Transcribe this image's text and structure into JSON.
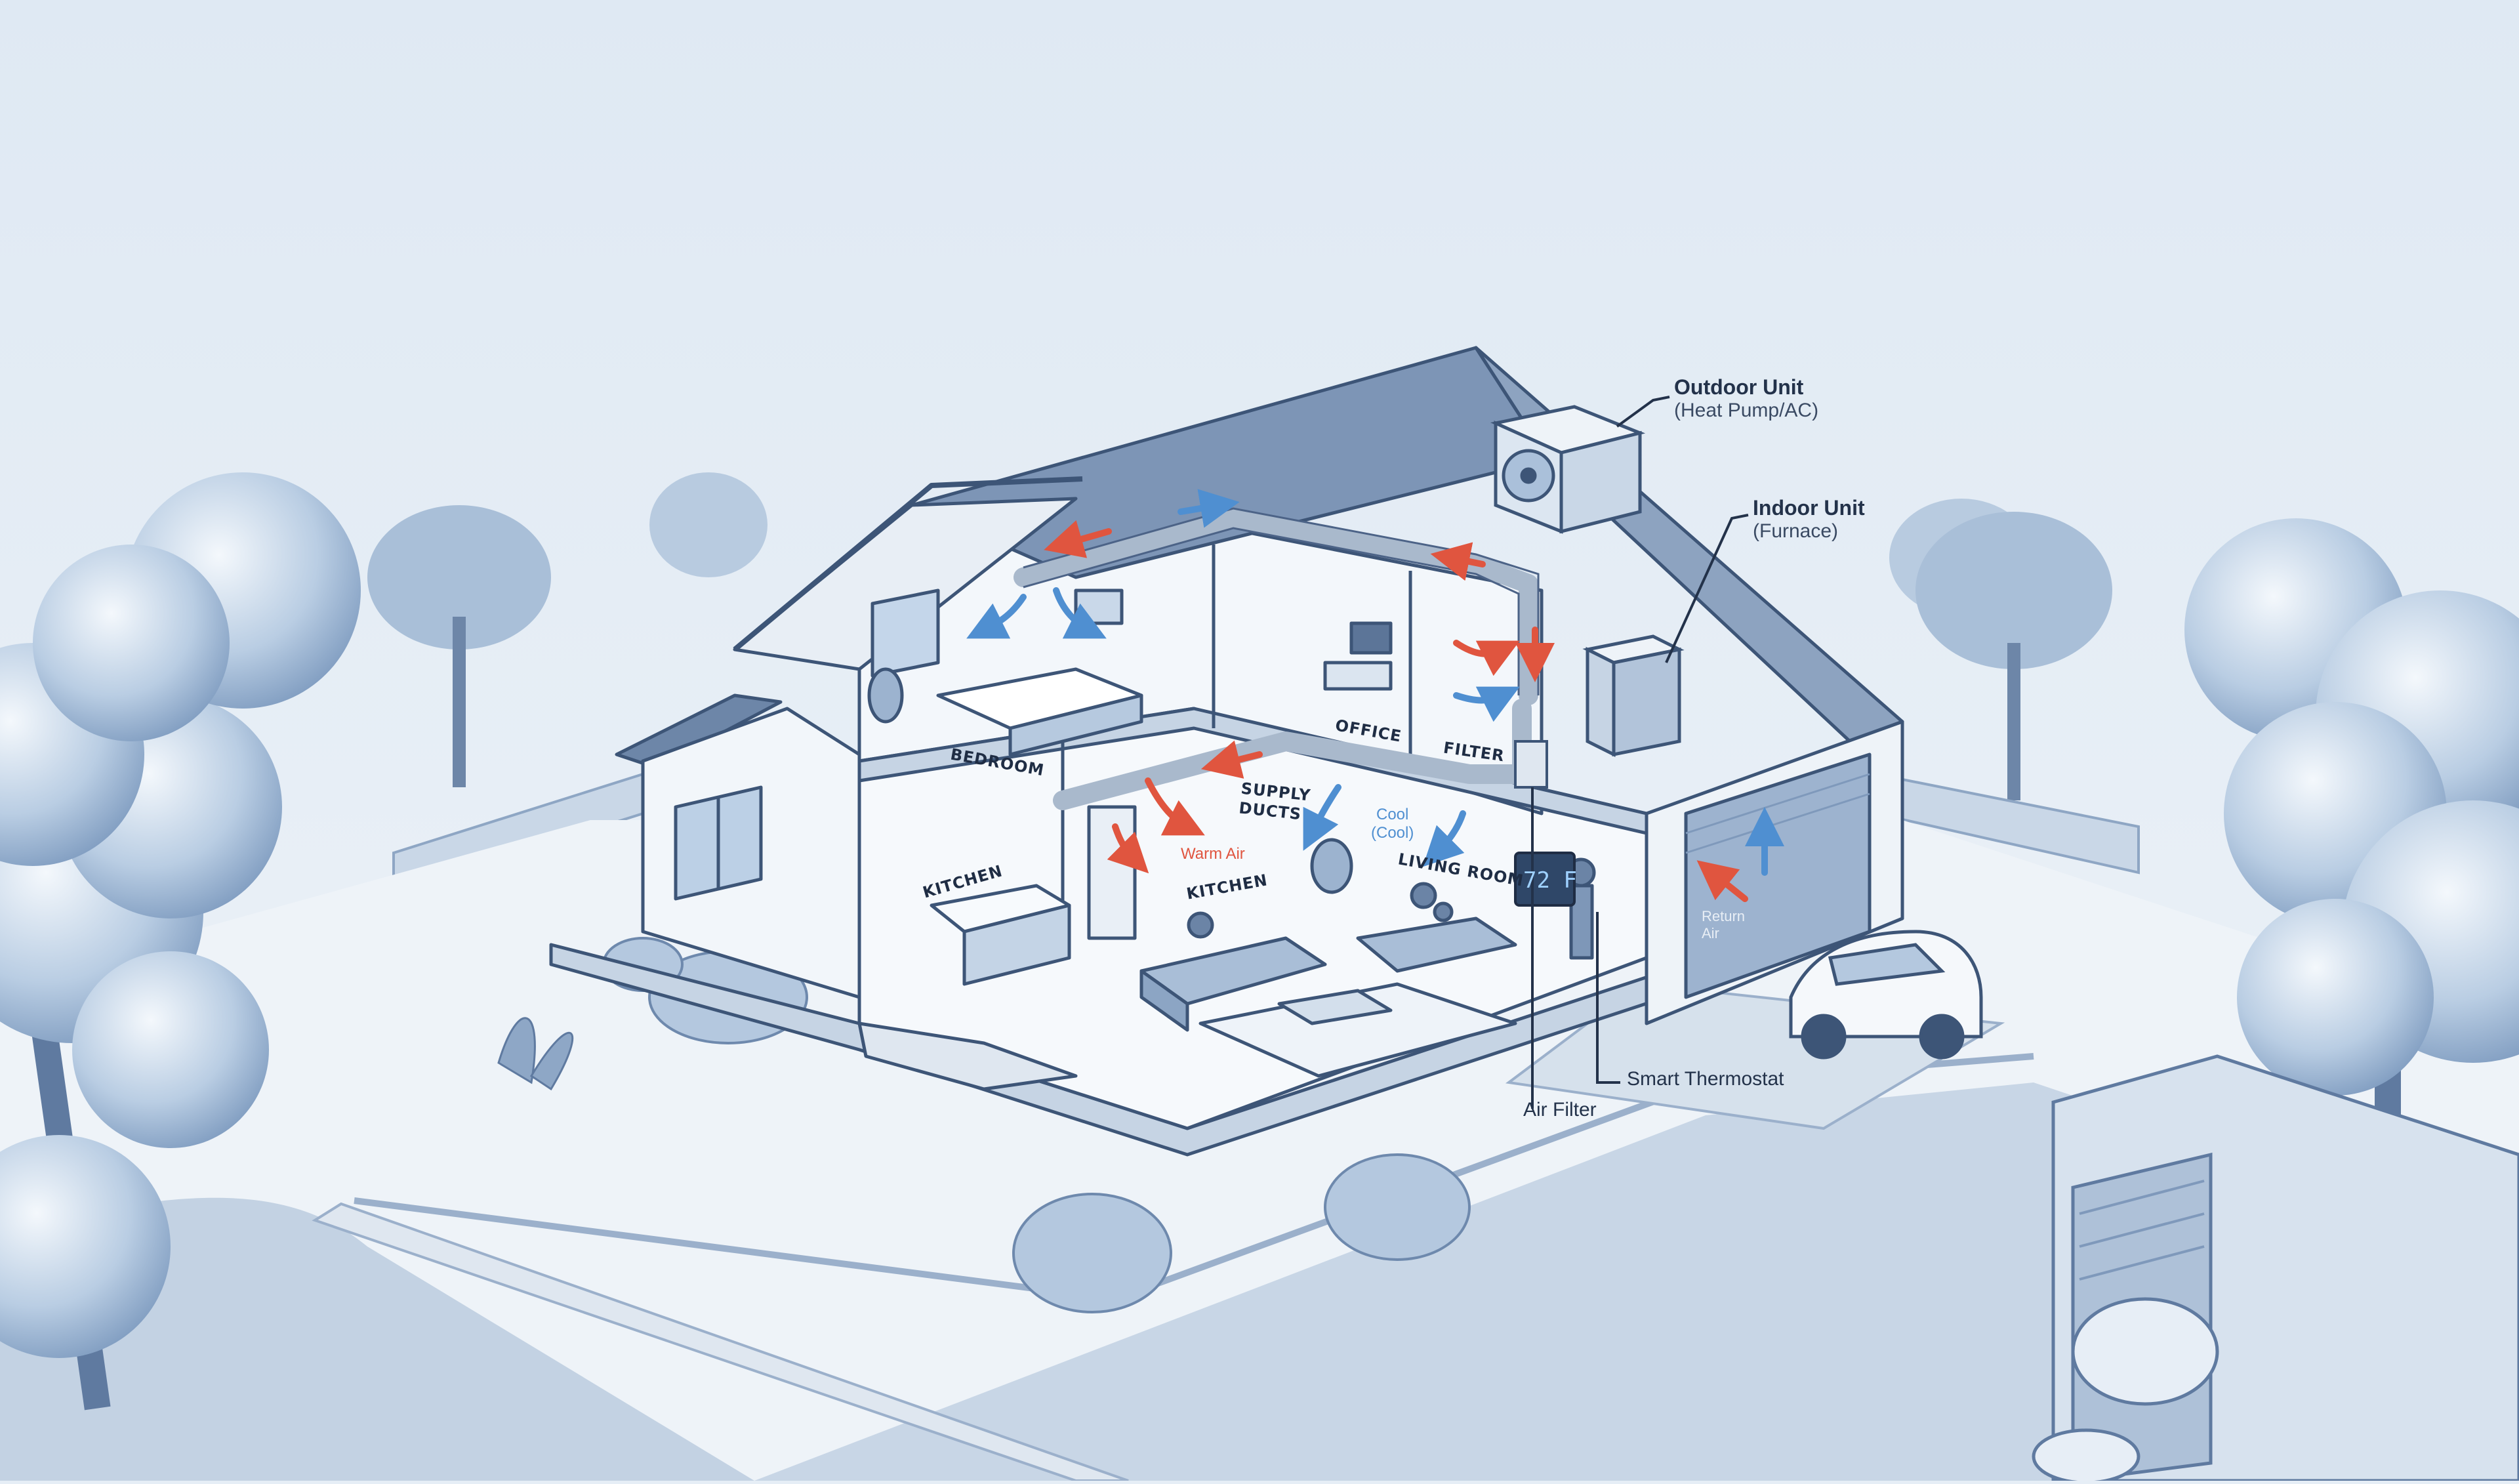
{
  "callouts": {
    "outdoor_unit": {
      "title": "Outdoor Unit",
      "subtitle": "(Heat Pump/AC)"
    },
    "indoor_unit": {
      "title": "Indoor Unit",
      "subtitle": "(Furnace)"
    },
    "smart_thermostat": "Smart Thermostat",
    "air_filter": "Air Filter"
  },
  "room_labels": {
    "bedroom": "BEDROOM",
    "office": "OFFICE",
    "filter": "FILTER",
    "kitchen_side": "KITCHEN",
    "kitchen": "KITCHEN",
    "living_room": "LIVING ROOM",
    "supply_ducts_line1": "SUPPLY",
    "supply_ducts_line2": "DUCTS"
  },
  "airflow_labels": {
    "warm_air": "Warm Air",
    "cool_line1": "Cool",
    "cool_line2": "(Cool)",
    "return_line1": "Return",
    "return_line2": "Air"
  },
  "thermostat_display": "72 F",
  "colors": {
    "sky": "#e6eef6",
    "outline": "#3d5577",
    "warm_arrow": "#e0553f",
    "cool_arrow": "#4f8fd1",
    "label_text": "#23324a"
  }
}
